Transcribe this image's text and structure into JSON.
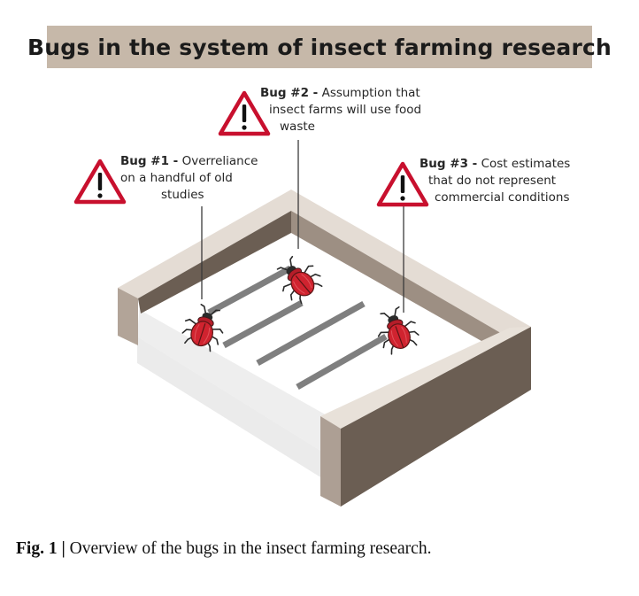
{
  "title": "Bugs in the system of insect farming research",
  "bugs": [
    {
      "label": "Bug #1 -",
      "line1": "Overreliance",
      "line2": "on a handful of old",
      "line3": "studies"
    },
    {
      "label": "Bug #2 -",
      "line1": "Assumption that",
      "line2": "insect farms will use food",
      "line3": "waste"
    },
    {
      "label": "Bug #3 -",
      "line1": "Cost estimates",
      "line2": "that do not represent",
      "line3": "commercial conditions"
    }
  ],
  "caption": {
    "prefix": "Fig. 1",
    "separator": "|",
    "text": "Overview of the bugs in the insect farming research."
  },
  "icons": [
    "warning-triangle-icon",
    "beetle-icon"
  ],
  "colors": {
    "title_bg": "#c6b8a9",
    "warning_red": "#c8102e",
    "beetle_red": "#d0232f",
    "tray_wall_dark": "#6b5e53",
    "tray_wall_light": "#ada096",
    "rail": "#7f7f7f"
  }
}
